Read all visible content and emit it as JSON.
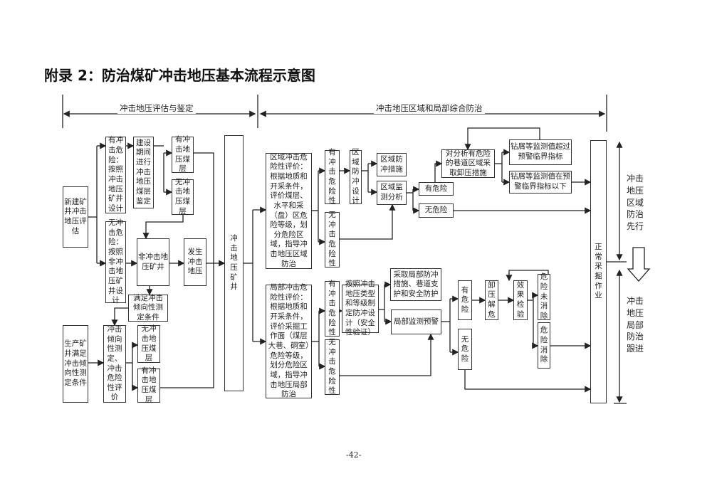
{
  "title": "附录 2：防治煤矿冲击地压基本流程示意图",
  "headers": {
    "left": "冲击地压评估与鉴定",
    "right": "冲击地压区域和局部综合防治"
  },
  "boxes": {
    "new_mine": "新建矿井冲击地压评估",
    "has_risk_design": "有冲击危险：按照冲击地压矿井设计",
    "build_identify": "建设期间进行冲击地压煤层鉴定",
    "has_seam_top": "有冲击地压煤层",
    "no_seam_top": "无冲击地压煤层",
    "no_risk_design": "无冲击危险：按照非冲击地压矿井设计",
    "non_burst_mine": "非冲击地压矿井",
    "burst_occurs": "发生冲击地压",
    "meets_conditions": "满足冲击倾向性测定条件",
    "production_mine": "生产矿井满足冲击倾向性测定条件",
    "propensity_test": "冲击倾向性测定、冲击危险性评价",
    "no_seam_bottom": "无冲击地压煤层",
    "has_seam_bottom": "有冲击地压煤层",
    "burst_mine": "冲击地压矿井",
    "regional_eval": "区域冲击危险性评价：根据地质和开采条件，评价煤层、水平和采（盘）区危险等级，划分危险区域，指导冲击地压区域防治",
    "reg_has_risk": "有冲击危险性",
    "reg_no_risk": "无冲击危险性",
    "reg_design": "区域防冲设计",
    "reg_measures": "区域防冲措施",
    "reg_monitor": "区域监测分析",
    "reg_danger": "有危险",
    "reg_safe": "无危险",
    "relief_measures": "对分析有危险的巷道区域采取卸压措施",
    "exceed": "钻屑等监测值超过预警临界指标",
    "below": "钻屑等监测值在预警临界指标以下",
    "normal_mining": "正常采掘作业",
    "local_eval": "局部冲击危险性评价：根据地质和开采条件，评价采掘工作面（煤层大巷、硐室）危险等级，划分危险区域，指导冲击地压局部防治",
    "loc_has_risk": "有冲击危险性",
    "loc_no_risk": "无冲击危险性",
    "loc_design": "按照冲击地压类型和等级制定防冲设计（安全性验证）",
    "loc_measures": "采取局部防冲措施、巷道支护和安全防护",
    "loc_monitor": "局部监测预警",
    "loc_danger": "有危险",
    "loc_safe": "无危险",
    "relief": "卸压解危",
    "check": "效果检验",
    "not_eliminated": "危险未消除",
    "eliminated": "危险消除"
  },
  "side": {
    "regional_first": "冲击地压区域防治先行",
    "local_follow": "冲击地压局部防治跟进"
  },
  "page_number": "-42-"
}
